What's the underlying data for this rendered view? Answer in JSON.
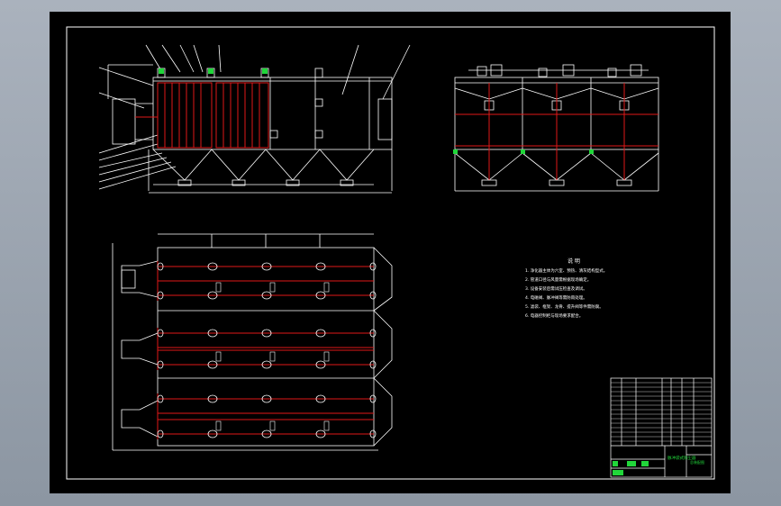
{
  "app": {
    "background": "#9aa3ae",
    "sheet_color": "#000000",
    "line_color": "#ffffff",
    "accent_red": "#e01818",
    "accent_green": "#21d63a"
  },
  "notes": {
    "heading": "说 明",
    "items": [
      "1. 净化器主体为六室、预热、清灰结构型式。",
      "2. 管道口径与风量需根据现场确定。",
      "3. 设备安装后需试压检查及调试。",
      "4. 电磁阀、脉冲阀等需防雨处理。",
      "5. 滤袋、框架、龙骨、提升阀等件需防腐。",
      "6. 电器控制柜与现场要求配合。"
    ]
  },
  "title_block": {
    "title": "脉冲袋式除尘器",
    "drawing_no": "总装配图"
  },
  "icons": {
    "corner": "drawing-frame"
  }
}
